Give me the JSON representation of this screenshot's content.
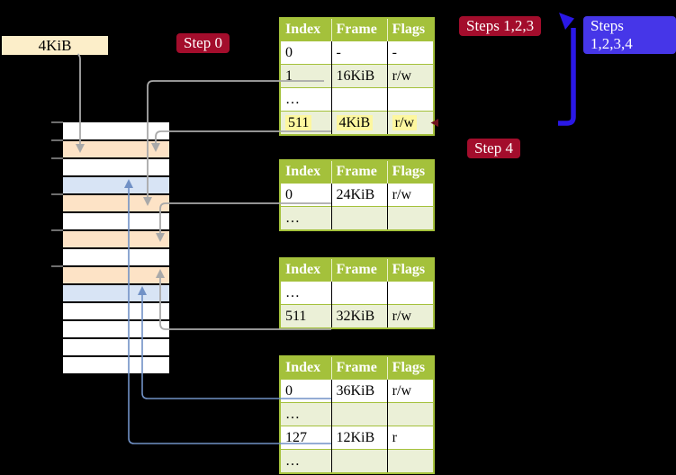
{
  "colors": {
    "green": "#a4c13b",
    "rowShade": "#ebf0d7",
    "yellow": "#fdf79f",
    "peach": "#fde3c6",
    "lblue": "#d8e4f5",
    "cream": "#fceec9",
    "crimson": "#a30d2c",
    "blueLabel": "#4636e8",
    "arrowGray": "#a9a9a9",
    "arrowBlueThin": "#7191c6",
    "arrowBlueThick": "#2a18e6"
  },
  "labels": {
    "page_size": "4KiB",
    "step0": "Step 0",
    "steps123": "Steps 1,2,3",
    "steps1234": "Steps 1,2,3,4",
    "step4": "Step 4"
  },
  "tables": [
    {
      "name": "page-table-level4",
      "headers": [
        "Index",
        "Frame",
        "Flags"
      ],
      "rows": [
        {
          "index": "0",
          "frame": "-",
          "flags": "-"
        },
        {
          "index": "1",
          "frame": "16KiB",
          "flags": "r/w"
        },
        {
          "index": "…",
          "frame": "",
          "flags": ""
        },
        {
          "index": "511",
          "frame": "4KiB",
          "flags": "r/w"
        }
      ]
    },
    {
      "name": "page-table-level3",
      "headers": [
        "Index",
        "Frame",
        "Flags"
      ],
      "rows": [
        {
          "index": "0",
          "frame": "24KiB",
          "flags": "r/w"
        },
        {
          "index": "…",
          "frame": "",
          "flags": ""
        }
      ]
    },
    {
      "name": "page-table-level2",
      "headers": [
        "Index",
        "Frame",
        "Flags"
      ],
      "rows": [
        {
          "index": "…",
          "frame": "",
          "flags": ""
        },
        {
          "index": "511",
          "frame": "32KiB",
          "flags": "r/w"
        }
      ]
    },
    {
      "name": "page-table-level1",
      "headers": [
        "Index",
        "Frame",
        "Flags"
      ],
      "rows": [
        {
          "index": "0",
          "frame": "36KiB",
          "flags": "r/w"
        },
        {
          "index": "…",
          "frame": "",
          "flags": ""
        },
        {
          "index": "127",
          "frame": "12KiB",
          "flags": "r"
        },
        {
          "index": "…",
          "frame": "",
          "flags": ""
        }
      ]
    }
  ],
  "memory": {
    "rows": [
      {
        "css": "mrow w"
      },
      {
        "css": "mrow p"
      },
      {
        "css": "mrow w"
      },
      {
        "css": "mrow b"
      },
      {
        "css": "mrow p"
      },
      {
        "css": "mrow w"
      },
      {
        "css": "mrow p"
      },
      {
        "css": "mrow w"
      },
      {
        "css": "mrow p"
      },
      {
        "css": "mrow b"
      },
      {
        "css": "mrow w"
      },
      {
        "css": "mrow w"
      },
      {
        "css": "mrow w"
      },
      {
        "css": "mrow w"
      }
    ]
  }
}
